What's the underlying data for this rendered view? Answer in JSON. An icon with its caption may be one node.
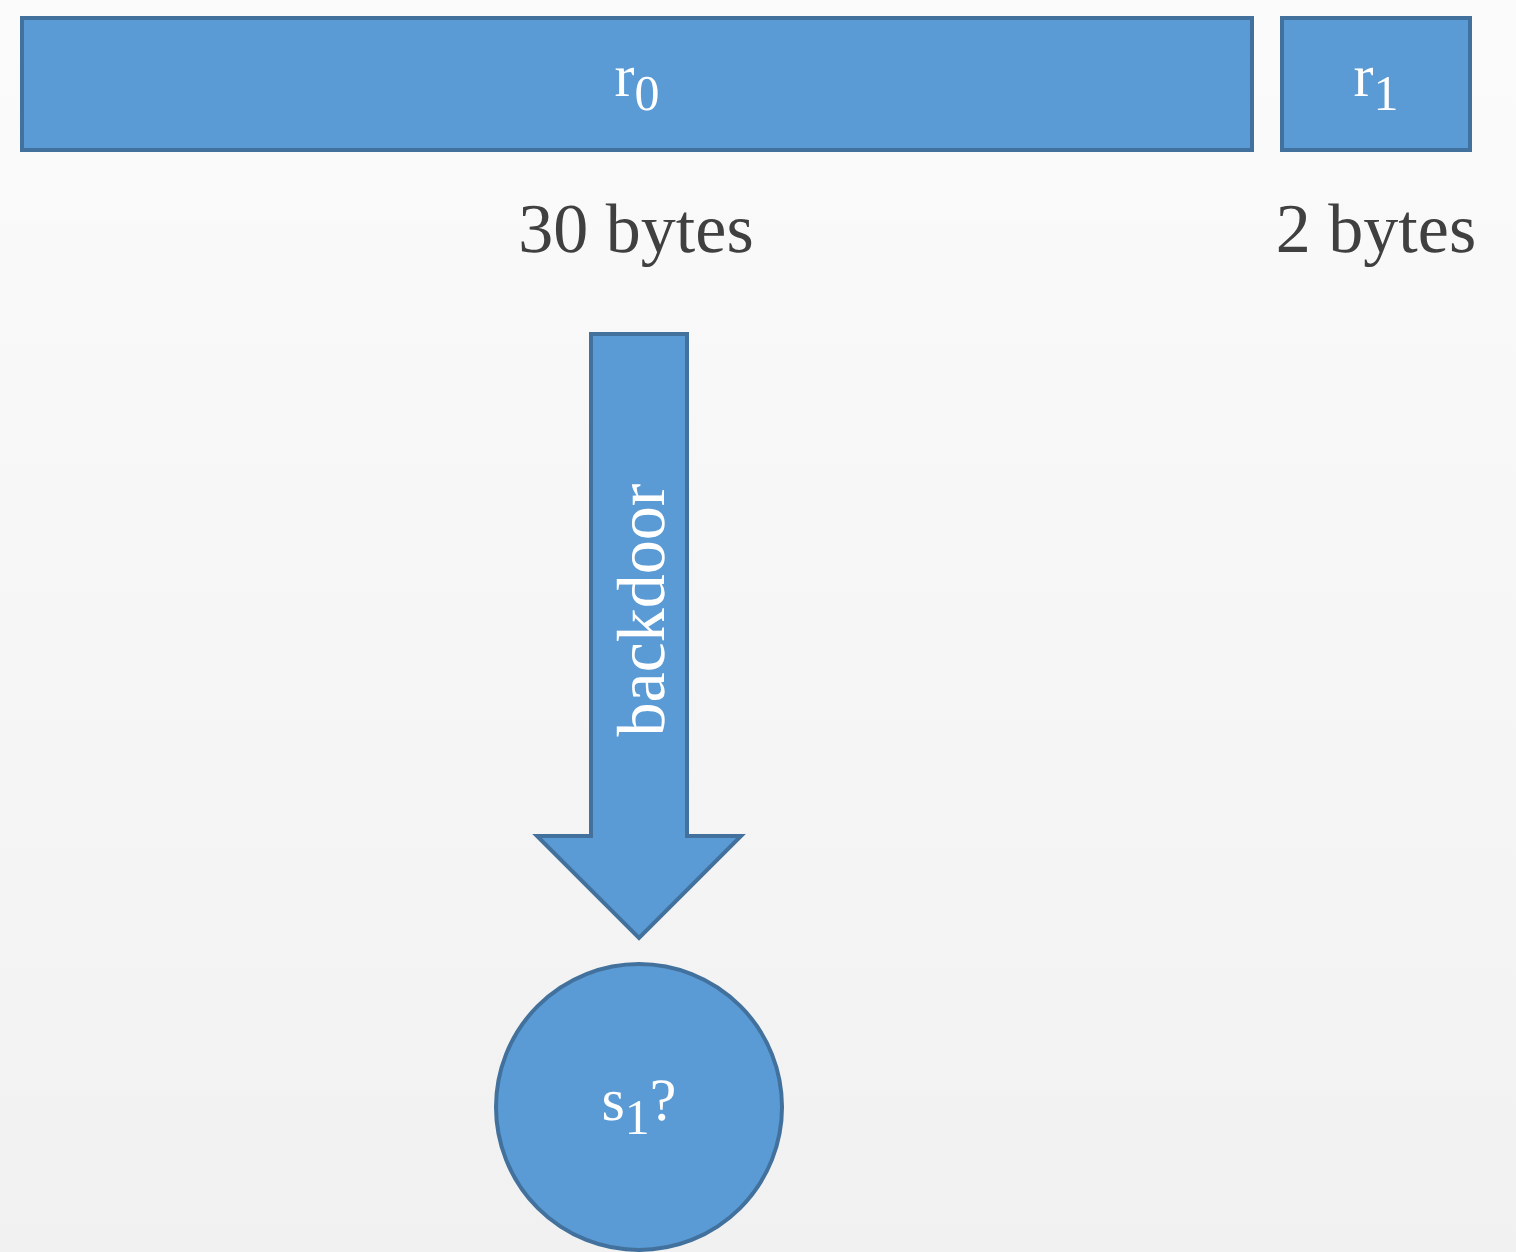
{
  "diagram": {
    "nodes": [
      {
        "text": [
          "r$_{0}$"
        ],
        "beside": [
          "30 bytes"
        ]
      },
      {
        "text": [
          "r$_{1}$"
        ],
        "beside": [
          "2 bytes"
        ]
      },
      {
        "text": [
          "s$_{1}$?"
        ]
      }
    ],
    "edges": [
      {
        "from": null,
        "to": 2,
        "arrow": "to",
        "label": "backdoor",
        "style": "thick"
      }
    ]
  }
}
